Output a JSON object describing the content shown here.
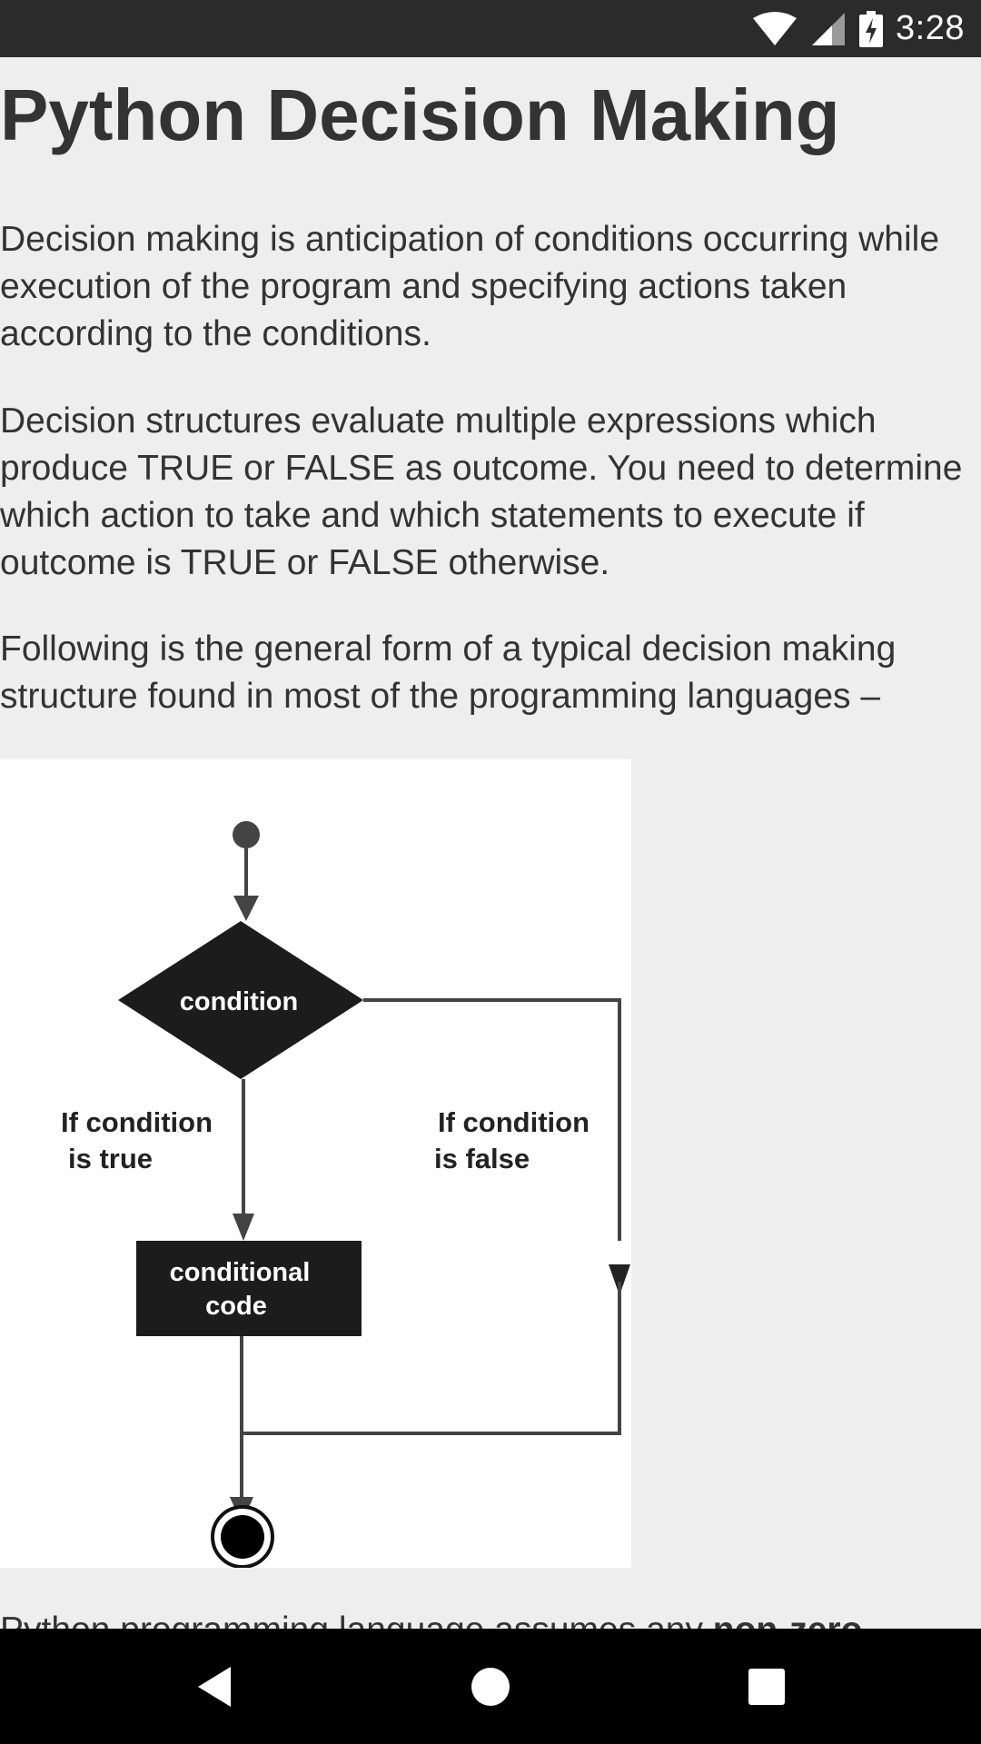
{
  "status_bar": {
    "time": "3:28",
    "icons": [
      "wifi-icon",
      "cellular-signal-icon",
      "battery-charging-icon"
    ]
  },
  "article": {
    "title": "Python Decision Making",
    "paragraphs": [
      "Decision making is anticipation of conditions occurring while execution of the program and specifying actions taken according to the conditions.",
      "Decision structures evaluate multiple expressions which produce TRUE or FALSE as outcome. You need to determine which action to take and which statements to execute if outcome is TRUE or FALSE otherwise.",
      "Following is the general form of a typical decision making structure found in most of the programming languages –"
    ],
    "partial_paragraph": {
      "text": "Python programming language assumes any ",
      "bold": "non-zero"
    }
  },
  "diagram": {
    "condition_label": "condition",
    "true_label_line1": "If condition",
    "true_label_line2": "is true",
    "false_label_line1": "If condition",
    "false_label_line2": "is false",
    "code_label_line1": "conditional",
    "code_label_line2": "code"
  },
  "nav_bar": {
    "icons": [
      "back-icon",
      "home-icon",
      "recents-icon"
    ]
  }
}
